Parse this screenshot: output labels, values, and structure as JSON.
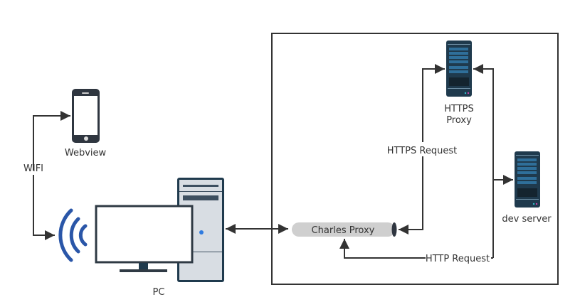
{
  "labels": {
    "webview": "Webview",
    "wifi": "WIFI",
    "pc": "PC",
    "https_proxy_line1": "HTTPS",
    "https_proxy_line2": "Proxy",
    "https_request": "HTTPS Request",
    "dev_server": "dev server",
    "http_request": "HTTP Request",
    "charles_proxy": "Charles Proxy"
  },
  "colors": {
    "line": "#333333",
    "server": "#1f3a4d",
    "server_accent": "#2f6f9a",
    "wifi": "#2a56a8",
    "cylinder": "#cfcfcf",
    "tower": "#d8dde3"
  }
}
